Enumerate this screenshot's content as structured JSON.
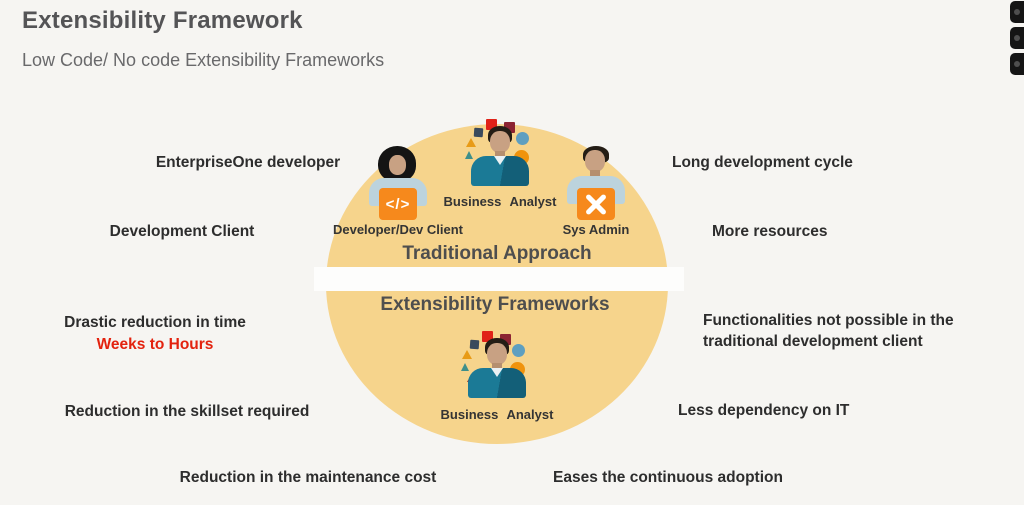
{
  "header": {
    "title": "Extensibility Framework",
    "subtitle": "Low Code/ No code Extensibility Frameworks"
  },
  "diagram": {
    "traditional_heading": "Traditional Approach",
    "extensibility_heading": "Extensibility Frameworks",
    "people": {
      "business_analyst_top": "Business Analyst",
      "developer": "Developer/Dev Client",
      "sys_admin": "Sys Admin",
      "business_analyst_bottom": "Business Analyst"
    },
    "dev_badge_glyph": "</>"
  },
  "callouts": {
    "left": [
      "EnterpriseOne developer",
      "Development Client",
      "Drastic reduction in time",
      "Reduction in the skillset required"
    ],
    "highlight": "Weeks to Hours",
    "right": [
      "Long development cycle",
      "More resources",
      "Functionalities not possible in the traditional development client",
      "Less dependency on IT"
    ],
    "bottom": [
      "Reduction in the maintenance cost",
      "Eases the continuous adoption"
    ]
  },
  "palette": {
    "background": "#f6f5f2",
    "circle_fill": "#f6d48c",
    "highlight_red": "#e3220e",
    "badge_orange": "#f6891c",
    "shirt_teal": "#17708c",
    "text_dark": "#2d2d2d"
  }
}
